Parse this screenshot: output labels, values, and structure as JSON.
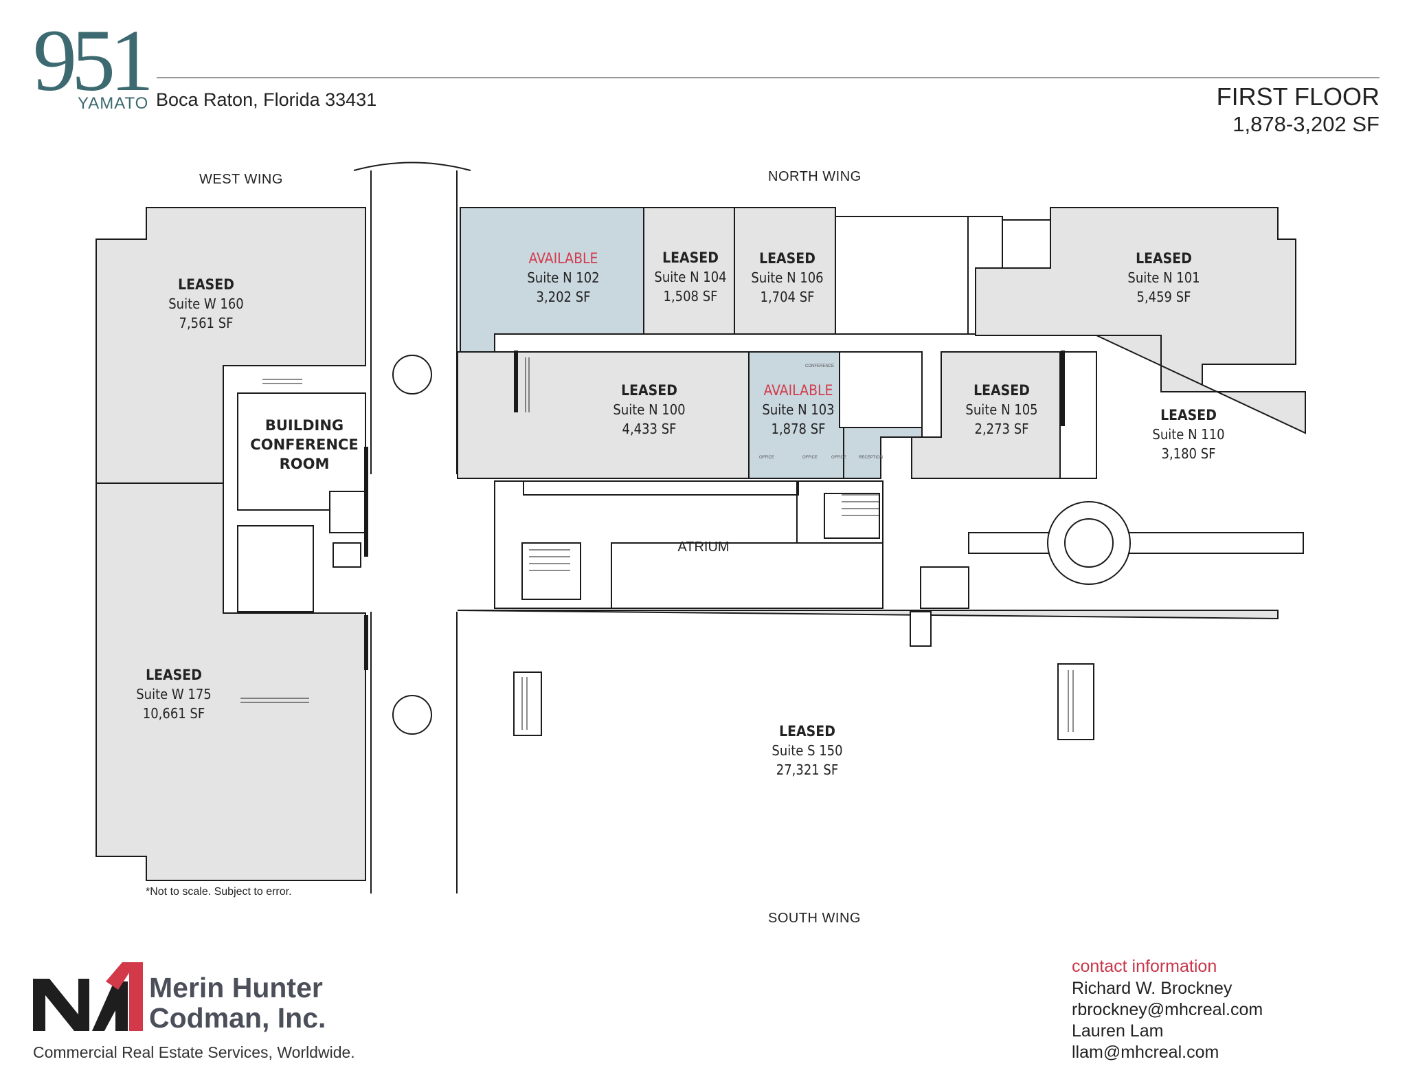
{
  "header": {
    "logo_number": "951",
    "logo_word": "YAMATO",
    "address": "Boca Raton, Florida 33431",
    "floor_title": "FIRST FLOOR",
    "floor_range": "1,878-3,202 SF"
  },
  "wings": {
    "west": "WEST WING",
    "north": "NORTH WING",
    "south": "SOUTH WING"
  },
  "colors": {
    "available_fill": "#c9d7df",
    "leased_fill": "#e4e4e4",
    "available_text": "#d23a4a",
    "brand_teal": "#3c6a70"
  },
  "suites": [
    {
      "id": "w160",
      "status": "LEASED",
      "name": "Suite W 160",
      "sf": "7,561 SF"
    },
    {
      "id": "w175",
      "status": "LEASED",
      "name": "Suite W 175",
      "sf": "10,661 SF"
    },
    {
      "id": "n102",
      "status": "AVAILABLE",
      "name": "Suite N 102",
      "sf": "3,202 SF"
    },
    {
      "id": "n104",
      "status": "LEASED",
      "name": "Suite N 104",
      "sf": "1,508 SF"
    },
    {
      "id": "n106",
      "status": "LEASED",
      "name": "Suite N 106",
      "sf": "1,704 SF"
    },
    {
      "id": "n101",
      "status": "LEASED",
      "name": "Suite N 101",
      "sf": "5,459 SF"
    },
    {
      "id": "n100",
      "status": "LEASED",
      "name": "Suite N 100",
      "sf": "4,433 SF"
    },
    {
      "id": "n103",
      "status": "AVAILABLE",
      "name": "Suite N 103",
      "sf": "1,878 SF"
    },
    {
      "id": "n105",
      "status": "LEASED",
      "name": "Suite N 105",
      "sf": "2,273 SF"
    },
    {
      "id": "n110",
      "status": "LEASED",
      "name": "Suite N 110",
      "sf": "3,180 SF"
    },
    {
      "id": "s150",
      "status": "LEASED",
      "name": "Suite S 150",
      "sf": "27,321 SF"
    }
  ],
  "rooms": {
    "conference": [
      "BUILDING",
      "CONFERENCE",
      "ROOM"
    ],
    "atrium": "ATRIUM"
  },
  "small_labels": {
    "n103_office_1": "OFFICE",
    "n103_office_2": "OFFICE",
    "n103_office_3": "OFFICE",
    "n103_reception": "RECEPTION",
    "n103_conference": "CONFERENCE"
  },
  "note": "*Not to scale.  Subject to error.",
  "footer": {
    "firm_line1": "Merin Hunter",
    "firm_line2": "Codman, Inc.",
    "tagline": "Commercial Real Estate Services, Worldwide.",
    "contact_heading": "contact information",
    "contacts": [
      "Richard W. Brockney",
      "rbrockney@mhcreal.com",
      "Lauren Lam",
      "llam@mhcreal.com"
    ]
  }
}
